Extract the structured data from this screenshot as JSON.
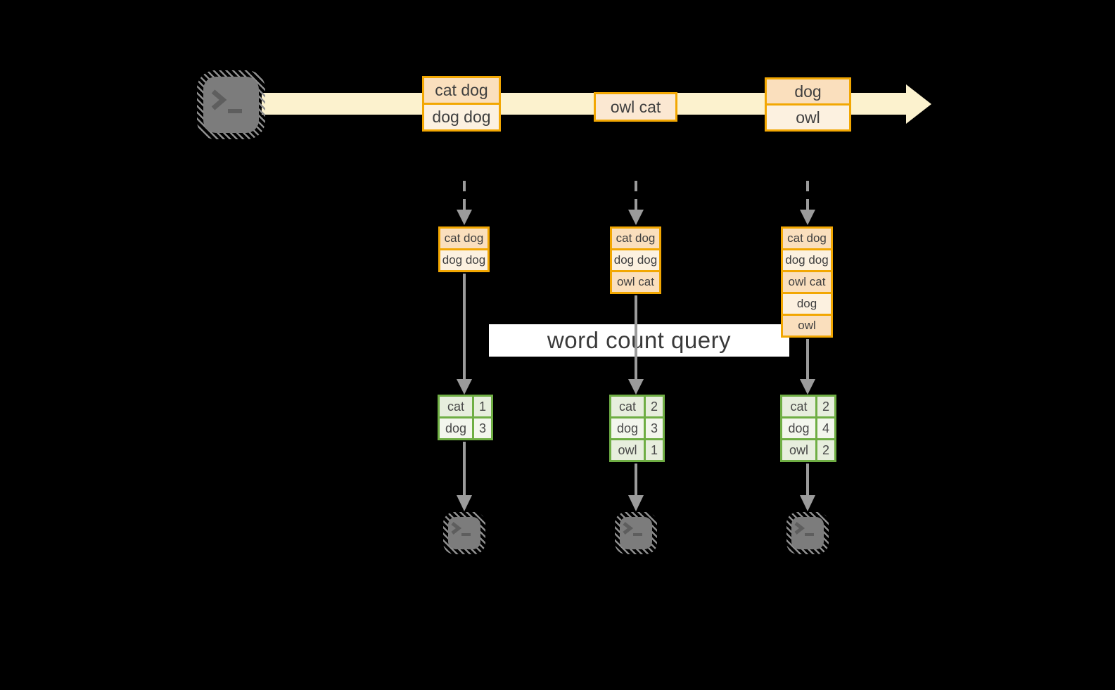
{
  "query": {
    "label": "word count query"
  },
  "stream": {
    "source_icon": "terminal-icon",
    "events": [
      {
        "lines": [
          "cat dog",
          "dog dog"
        ]
      },
      {
        "lines": [
          "owl cat"
        ]
      },
      {
        "lines": [
          "dog",
          "owl"
        ]
      }
    ]
  },
  "columns": [
    {
      "buffer": [
        "cat dog",
        "dog dog"
      ],
      "counts": [
        {
          "word": "cat",
          "count": "1"
        },
        {
          "word": "dog",
          "count": "3"
        }
      ],
      "sink_icon": "terminal-icon"
    },
    {
      "buffer": [
        "cat dog",
        "dog dog",
        "owl cat"
      ],
      "counts": [
        {
          "word": "cat",
          "count": "2"
        },
        {
          "word": "dog",
          "count": "3"
        },
        {
          "word": "owl",
          "count": "1"
        }
      ],
      "sink_icon": "terminal-icon"
    },
    {
      "buffer": [
        "cat dog",
        "dog dog",
        "owl cat",
        "dog",
        "owl"
      ],
      "counts": [
        {
          "word": "cat",
          "count": "2"
        },
        {
          "word": "dog",
          "count": "4"
        },
        {
          "word": "owl",
          "count": "2"
        }
      ],
      "sink_icon": "terminal-icon"
    }
  ],
  "colors": {
    "background": "#000000",
    "stream_band": "#FCF2CE",
    "amber_border": "#F2A702",
    "peach_dark": "#FADFBD",
    "peach_light": "#FCF1E0",
    "peach_mid": "#FBE8D2",
    "green_border": "#6FAE44",
    "green_dark": "#E7EEDD",
    "green_light": "#F3F6ED",
    "connector_gray": "#9B9B9B",
    "terminal_gray": "#7C7C7C",
    "text_dark": "#3F3F3F"
  }
}
